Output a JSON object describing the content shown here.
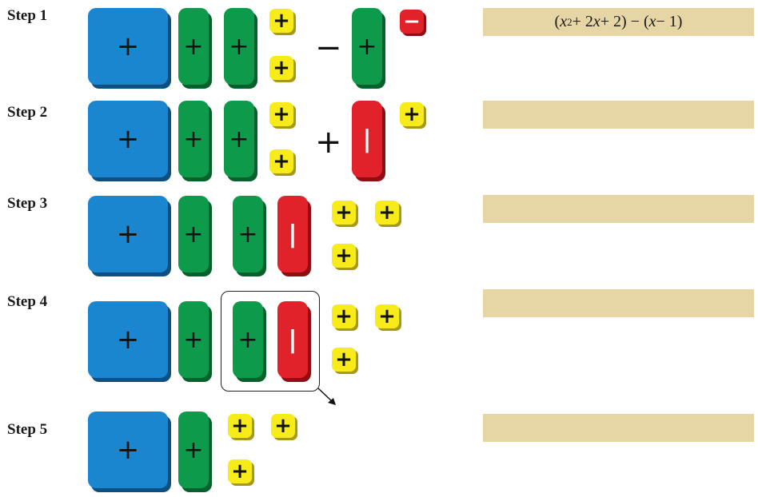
{
  "steps": [
    {
      "label": "Step 1"
    },
    {
      "label": "Step 2"
    },
    {
      "label": "Step 3"
    },
    {
      "label": "Step 4"
    },
    {
      "label": "Step 5"
    }
  ],
  "symbols": {
    "plus": "+",
    "minus": "−",
    "neg_bar": "|"
  },
  "expression": {
    "open1": "(",
    "var": "x",
    "exp": "2",
    "mid1": " + 2",
    "mid2": " + 2) − (",
    "end": " − 1)"
  },
  "colors": {
    "x_squared_tile": "#1a86d0",
    "x_tile": "#0d9a4a",
    "negative_tile": "#e2222a",
    "unit_tile": "#f7ec1a",
    "answer_box": "#e6d6a6"
  }
}
